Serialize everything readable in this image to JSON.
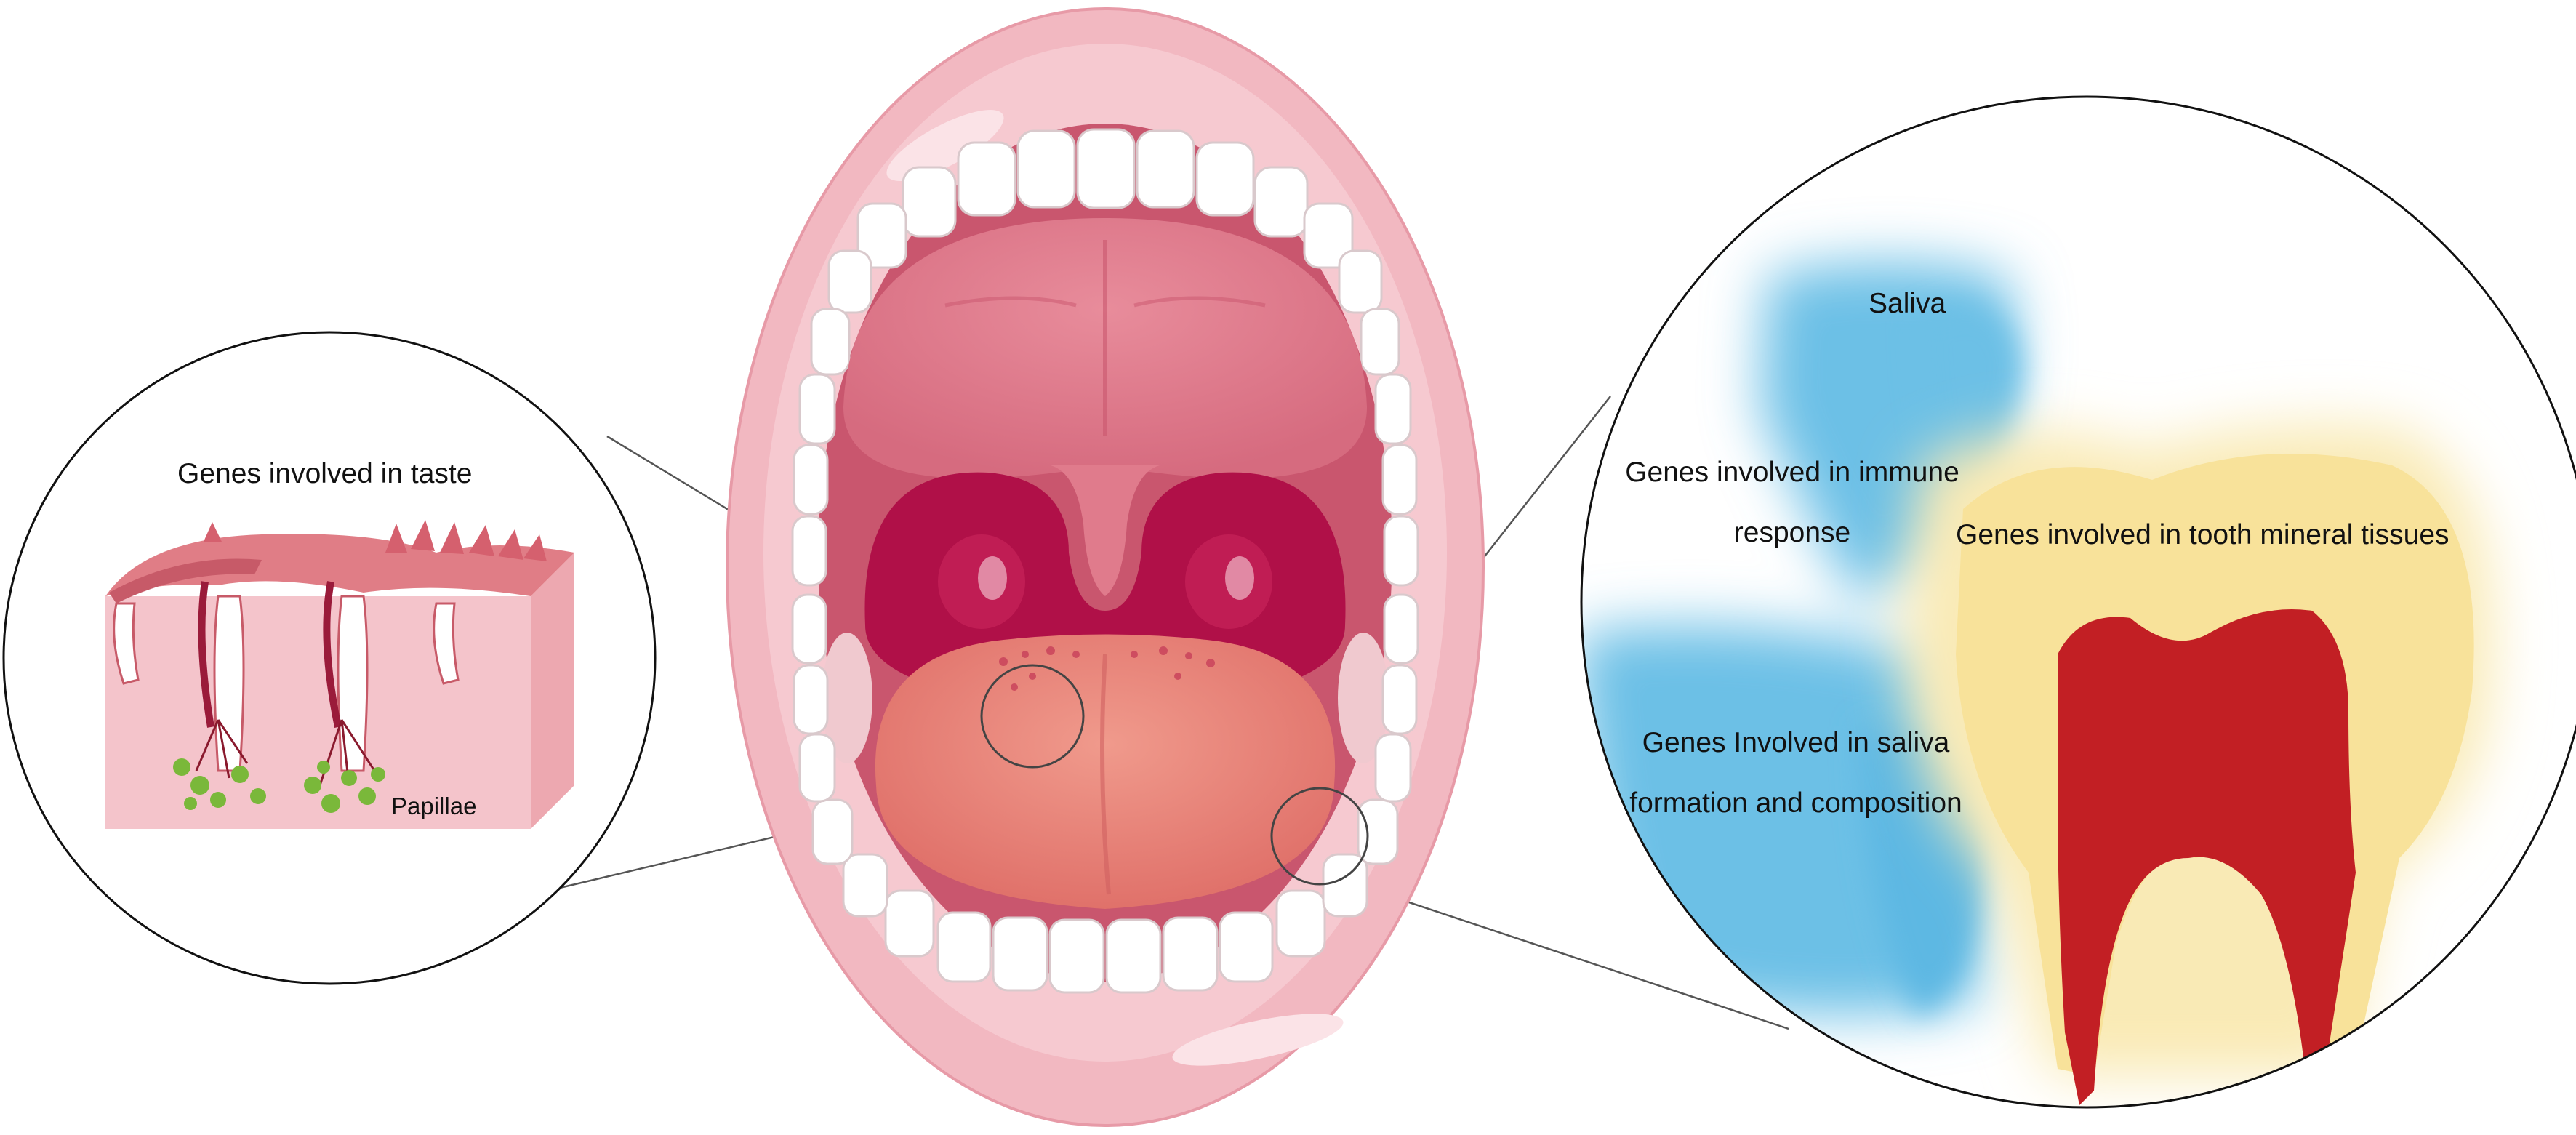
{
  "labels": {
    "taste": "Genes involved in taste",
    "papillae": "Papillae",
    "saliva": "Saliva",
    "immune": "Genes involved in immune response",
    "tooth_mineral": "Genes involved in tooth mineral tissues",
    "saliva_formation": "Genes Involved in saliva formation and composition"
  },
  "colors": {
    "lip": "#f2b8c1",
    "palate": "#e07b8c",
    "throat": "#b01048",
    "tongue": "#e8877a",
    "tooth": "#ffffff",
    "saliva_blue": "#6cc0e6",
    "enamel_yellow": "#f8e29a",
    "pulp_red": "#c21f24",
    "taste_bud_green": "#7ab83a"
  }
}
